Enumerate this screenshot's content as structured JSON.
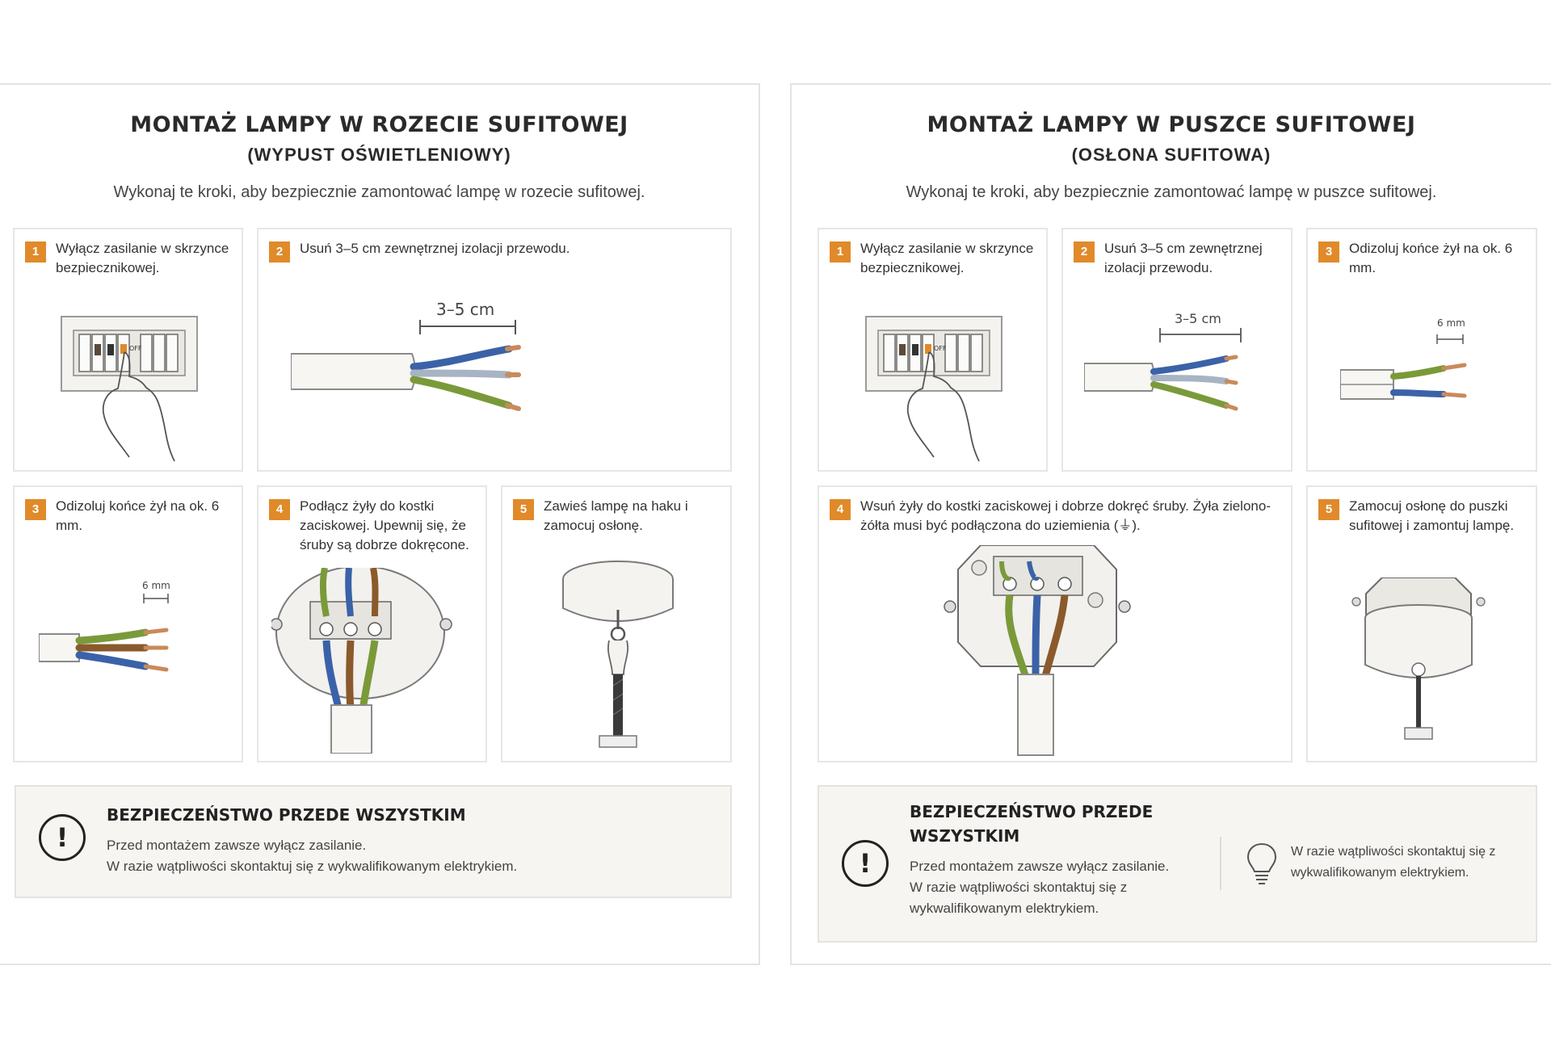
{
  "left": {
    "title": "MONTAŻ LAMPY W ROZECIE SUFITOWEJ",
    "subtitle": "(WYPUST OŚWIETLENIOWY)",
    "intro": "Wykonaj te kroki, aby bezpiecznie zamontować lampę w rozecie sufitowej.",
    "steps": [
      {
        "num": "1",
        "text": "Wyłącz zasilanie w skrzynce bezpiecznikowej.",
        "icon": "fuse-box-icon"
      },
      {
        "num": "2",
        "text": "Usuń 3–5 cm zewnętrznej izolacji przewodu.",
        "icon": "cable-strip-icon",
        "measure": "3–5 cm"
      },
      {
        "num": "3",
        "text": "Odizoluj końce żył na ok. 6 mm.",
        "icon": "wire-ends-icon",
        "measure": "6 mm"
      },
      {
        "num": "4",
        "text": "Podłącz żyły do kostki zaciskowej. Upewnij się, że śruby są dobrze dokręcone.",
        "icon": "terminal-block-icon"
      },
      {
        "num": "5",
        "text": "Zawieś lampę na haku i zamocuj osłonę.",
        "icon": "ceiling-rose-icon"
      }
    ],
    "safety": {
      "title": "BEZPIECZEŃSTWO PRZEDE WSZYSTKIM",
      "line1": "Przed montażem zawsze wyłącz zasilanie.",
      "line2": "W razie wątpliwości skontaktuj się z wykwalifikowanym elektrykiem.",
      "icon": "exclamation-icon"
    }
  },
  "right": {
    "title": "MONTAŻ LAMPY W PUSZCE SUFITOWEJ",
    "subtitle": "(OSŁONA SUFITOWA)",
    "intro": "Wykonaj te kroki, aby bezpiecznie zamontować lampę w puszce sufitowej.",
    "steps": [
      {
        "num": "1",
        "text": "Wyłącz zasilanie w skrzynce bezpiecznikowej.",
        "icon": "fuse-box-icon"
      },
      {
        "num": "2",
        "text": "Usuń 3–5 cm zewnętrznej izolacji przewodu.",
        "icon": "cable-strip-icon",
        "measure": "3–5 cm"
      },
      {
        "num": "3",
        "text": "Odizoluj końce żył na ok. 6 mm.",
        "icon": "wire-ends-icon",
        "measure": "6 mm"
      },
      {
        "num": "4",
        "text": "Wsuń żyły do kostki zaciskowej i dobrze dokręć śruby. Żyła zielono-żółta musi być podłączona do uziemienia (⏚).",
        "icon": "junction-box-icon"
      },
      {
        "num": "5",
        "text": "Zamocuj osłonę do puszki sufitowej i zamontuj lampę.",
        "icon": "box-cover-icon"
      }
    ],
    "safety": {
      "title_line1": "BEZPIECZEŃSTWO PRZEDE",
      "title_line2": "WSZYSTKIM",
      "line1": "Przed montażem zawsze wyłącz zasilanie.",
      "line2": "W razie wątpliwości skontaktuj się z",
      "line3": "wykwalifikowanym elektrykiem.",
      "icon": "exclamation-icon",
      "tip_line1": "W razie wątpliwości skontaktuj się z",
      "tip_line2": "wykwalifikowanym elektrykiem.",
      "tip_icon": "light-bulb-icon"
    }
  },
  "colors": {
    "accent": "#e08a2a",
    "wire_blue": "#3b62a8",
    "wire_brown": "#8a5a2c",
    "wire_green_yellow": "#7a9a3a",
    "wire_grey": "#a8b4c4",
    "copper": "#c98a5a"
  }
}
